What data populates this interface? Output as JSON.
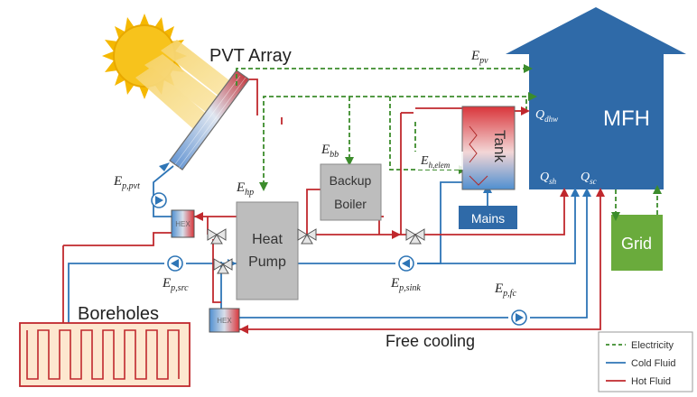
{
  "diagram": {
    "pvt_label": "PVT Array",
    "mfh_label": "MFH",
    "grid_label": "Grid",
    "tank_label": "Tank",
    "mains_label": "Mains",
    "boiler_label_1": "Backup",
    "boiler_label_2": "Boiler",
    "heat_pump_label_1": "Heat",
    "heat_pump_label_2": "Pump",
    "boreholes_label": "Boreholes",
    "free_cooling_label": "Free cooling",
    "hex_top_label": "HEX",
    "hex_bottom_label": "HEX",
    "symbols": {
      "e_pv": "E",
      "e_pv_sub": "pv",
      "e_bb": "E",
      "e_bb_sub": "bb",
      "e_hp": "E",
      "e_hp_sub": "hp",
      "e_p_pvt": "E",
      "e_p_pvt_sub": "p,pvt",
      "e_p_src": "E",
      "e_p_src_sub": "p,src",
      "e_p_sink": "E",
      "e_p_sink_sub": "p,sink",
      "e_p_fc": "E",
      "e_p_fc_sub": "p,fc",
      "e_h_elem": "E",
      "e_h_elem_sub": "h,elem",
      "q_dhw": "Q",
      "q_dhw_sub": "dhw",
      "q_sh": "Q",
      "q_sh_sub": "sh",
      "q_sc": "Q",
      "q_sc_sub": "sc"
    },
    "legend": {
      "electricity": "Electricity",
      "cold_fluid": "Cold Fluid",
      "hot_fluid": "Hot Fluid"
    },
    "colors": {
      "hot": "#c0282d",
      "cold": "#2e75b6",
      "electric": "#3c8c2c",
      "mfh": "#2f6aa8",
      "grid": "#6aab3c",
      "equipment": "#bdbdbd",
      "sun": "#f5b800"
    }
  }
}
